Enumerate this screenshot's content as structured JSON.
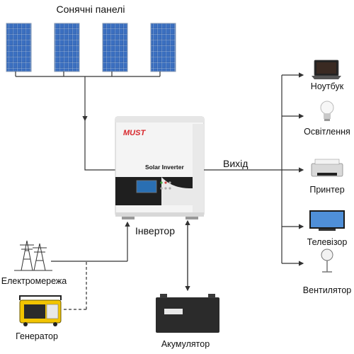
{
  "title": "Сонячні панелі",
  "output_label": "Вихід",
  "inverter_label": "Інвертор",
  "brand": "MUST",
  "inverter_model": "Solar Inverter",
  "grid_label": "Електромережа",
  "generator_label": "Генератор",
  "battery_label": "Акумулятор",
  "loads": {
    "laptop": "Ноутбук",
    "lighting": "Освітлення",
    "printer": "Принтер",
    "tv": "Телевізор",
    "fan": "Вентилятор"
  },
  "colors": {
    "line": "#333333",
    "panel_blue": "#2f5fa8",
    "inverter_body": "#f2f2f2",
    "inverter_panel": "#222222",
    "brand_red": "#d8262b",
    "generator_yellow": "#f2c400",
    "battery": "#2b2b2b"
  }
}
